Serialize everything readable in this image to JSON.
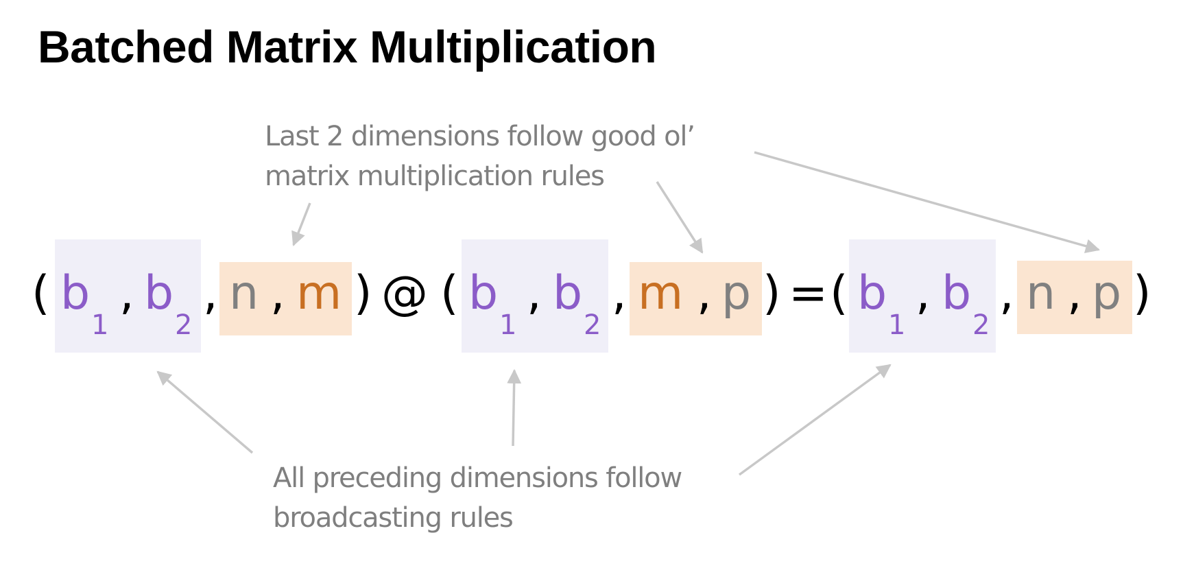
{
  "title": "Batched Matrix Multiplication",
  "annotations": {
    "top": [
      "Last 2 dimensions follow good ol’",
      "matrix multiplication rules"
    ],
    "bottom": [
      "All preceding dimensions follow",
      "broadcasting rules"
    ]
  },
  "equation": {
    "open_paren": "(",
    "close_paren": ")",
    "comma": ",",
    "matmul_op": "@",
    "equals_op": "=",
    "lhs": {
      "batch": [
        "b",
        "b"
      ],
      "batch_subs": [
        "1",
        "2"
      ],
      "matrix": [
        "n",
        "m"
      ]
    },
    "rhs": {
      "batch": [
        "b",
        "b"
      ],
      "batch_subs": [
        "1",
        "2"
      ],
      "matrix": [
        "m",
        "p"
      ]
    },
    "result": {
      "batch": [
        "b",
        "b"
      ],
      "batch_subs": [
        "1",
        "2"
      ],
      "matrix": [
        "n",
        "p"
      ]
    }
  },
  "colors": {
    "batch_text": "#8b5cc8",
    "batch_box": "#f0eff8",
    "shared_dim": "#c86f22",
    "matrix_box": "#fbe5d1",
    "kept_dim": "#808080",
    "annotation": "#7f7f7f",
    "arrow": "#c8c8c8"
  }
}
